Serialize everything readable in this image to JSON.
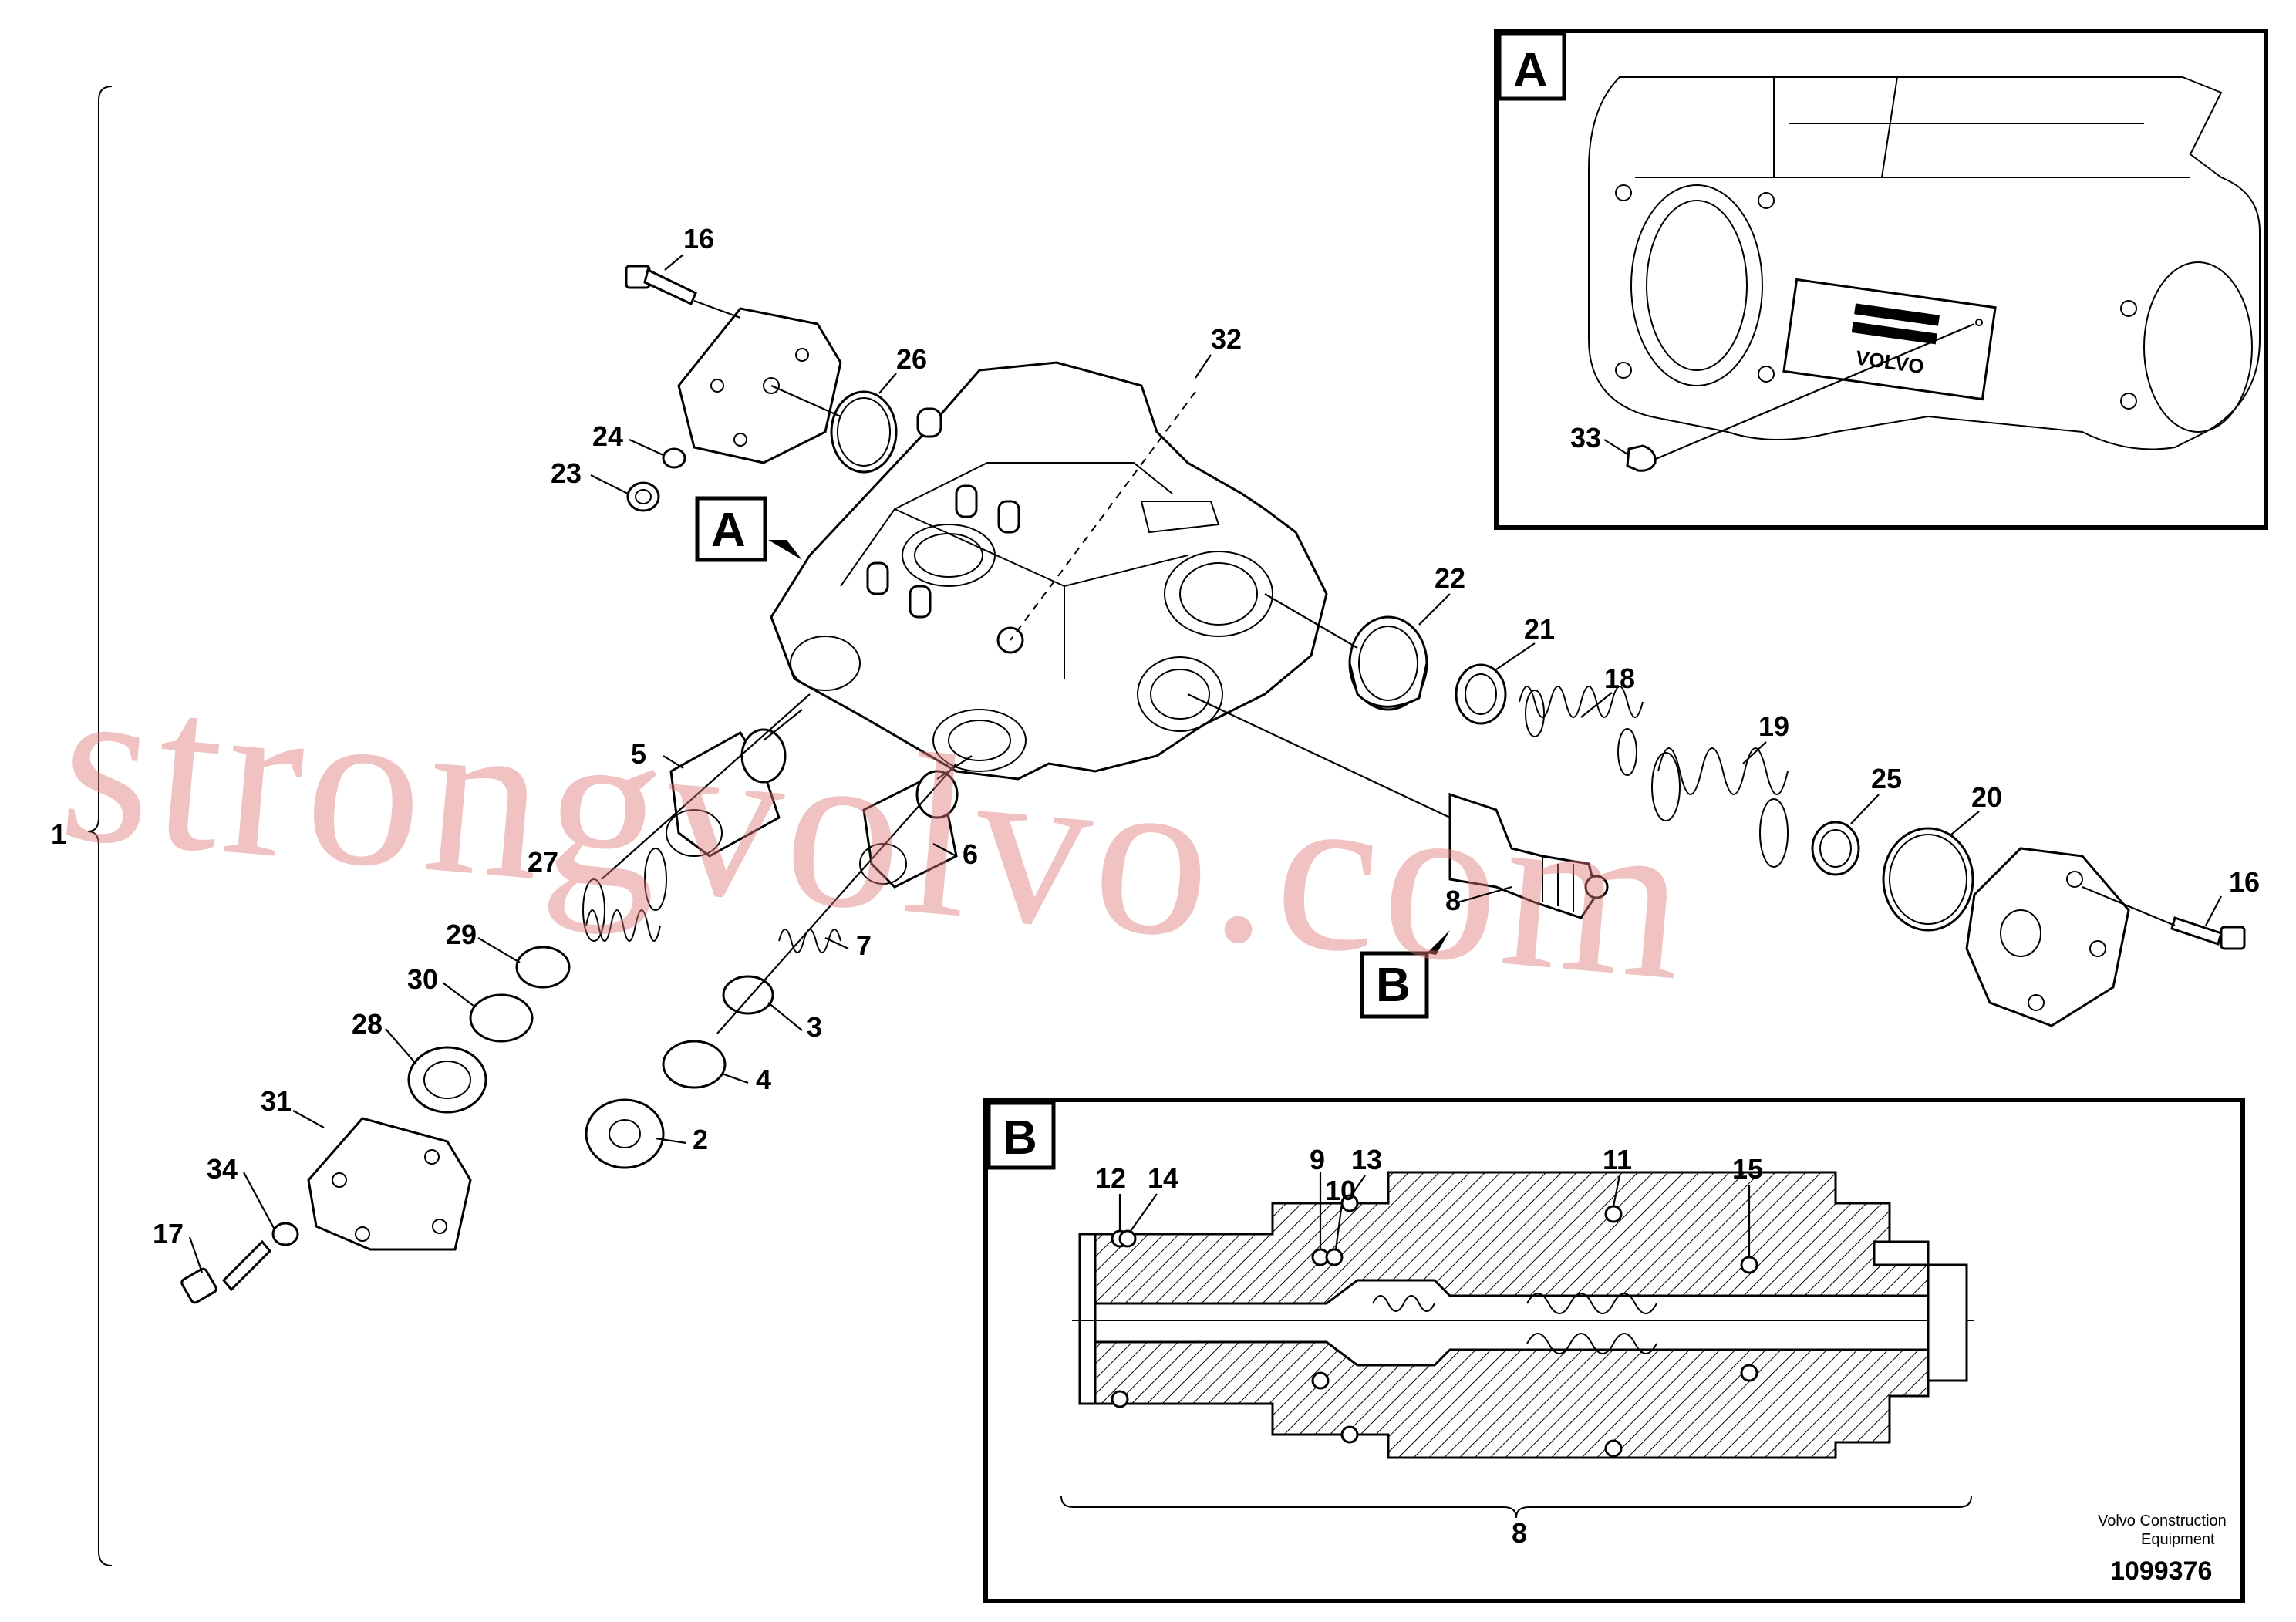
{
  "diagram": {
    "detail_a": {
      "letter": "A",
      "plate_text": "VOLVO"
    },
    "detail_b": {
      "letter": "B"
    },
    "callouts": {
      "c1": "1",
      "c2": "2",
      "c3": "3",
      "c4": "4",
      "c5": "5",
      "c6": "6",
      "c7": "7",
      "c8": "8",
      "c9": "9",
      "c10": "10",
      "c11": "11",
      "c12": "12",
      "c13": "13",
      "c14": "14",
      "c15": "15",
      "c16": "16",
      "c17": "17",
      "c18": "18",
      "c19": "19",
      "c20": "20",
      "c21": "21",
      "c22": "22",
      "c23": "23",
      "c24": "24",
      "c25": "25",
      "c26": "26",
      "c27": "27",
      "c28": "28",
      "c29": "29",
      "c30": "30",
      "c31": "31",
      "c32": "32",
      "c33": "33",
      "c34": "34"
    },
    "watermark": "strongvolvo.com",
    "credit_line1": "Volvo Construction",
    "credit_line2": "Equipment",
    "doc_number": "1099376",
    "colors": {
      "ink": "#000000",
      "paper": "#ffffff",
      "watermark": "#de7878"
    }
  }
}
